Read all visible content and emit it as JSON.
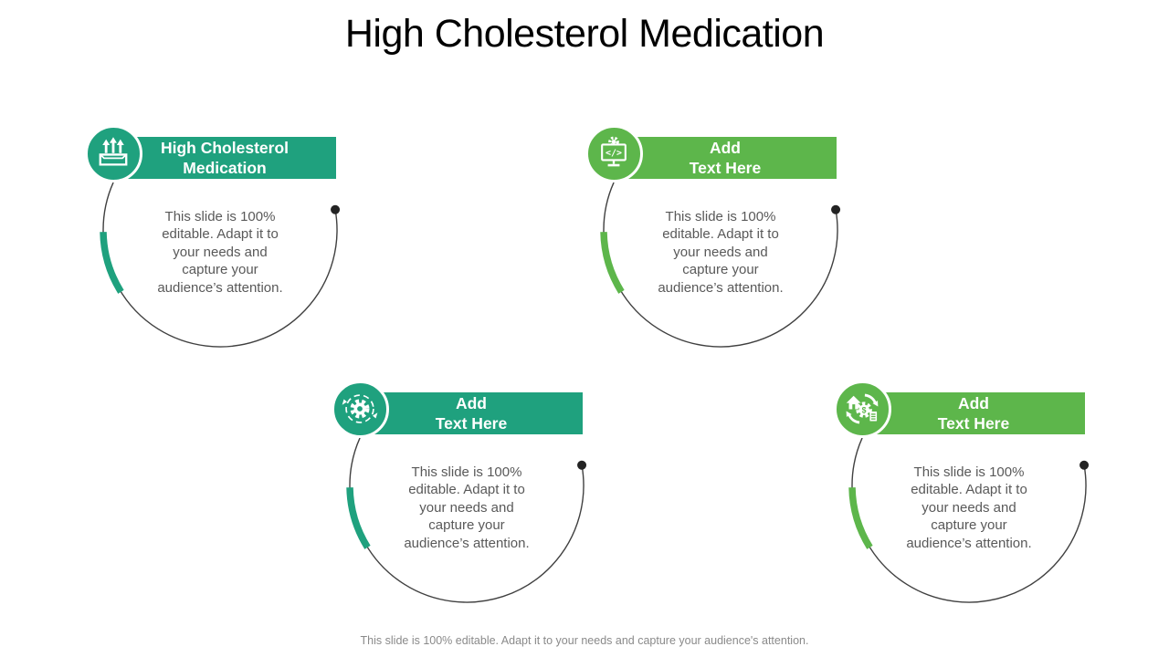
{
  "slide": {
    "title": "High Cholesterol Medication",
    "footer": "This slide is 100% editable. Adapt it to your needs and capture your audience's attention."
  },
  "colors": {
    "teal_accent": "#1fa17e",
    "green_accent": "#5db64b",
    "arc_line": "#404040",
    "arc_dot": "#232323",
    "banner_text": "#ffffff",
    "body_text": "#595959",
    "footer_text": "#8a8a8a",
    "title_text": "#000000",
    "background": "#ffffff"
  },
  "items": [
    {
      "banner_lines": [
        "High Cholesterol",
        "Medication"
      ],
      "body_lines": [
        "This slide is 100%",
        "editable. Adapt it to",
        "your needs and",
        "capture your",
        "audience’s attention."
      ],
      "icon": "export-box-icon",
      "accent": "teal",
      "accent_hex": "#1fa17e"
    },
    {
      "banner_lines": [
        "Add",
        "Text Here"
      ],
      "body_lines": [
        "This slide is 100%",
        "editable. Adapt it to",
        "your needs and",
        "capture your",
        "audience’s attention."
      ],
      "icon": "code-monitor-icon",
      "accent": "green",
      "accent_hex": "#5db64b"
    },
    {
      "banner_lines": [
        "Add",
        "Text Here"
      ],
      "body_lines": [
        "This slide is 100%",
        "editable. Adapt it to",
        "your needs and",
        "capture your",
        "audience’s attention."
      ],
      "icon": "gear-sync-icon",
      "accent": "teal",
      "accent_hex": "#1fa17e"
    },
    {
      "banner_lines": [
        "Add",
        "Text Here"
      ],
      "body_lines": [
        "This slide is 100%",
        "editable. Adapt it to",
        "your needs and",
        "capture your",
        "audience’s attention."
      ],
      "icon": "home-finance-cycle-icon",
      "accent": "green",
      "accent_hex": "#5db64b"
    }
  ]
}
